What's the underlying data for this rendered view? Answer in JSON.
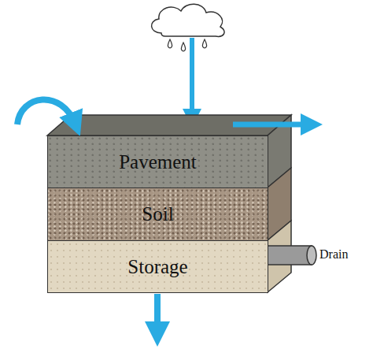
{
  "diagram": {
    "nodes": [
      {
        "text": [
          "Pavement"
        ]
      },
      {
        "text": [
          "Soil"
        ]
      },
      {
        "text": [
          "Storage"
        ]
      }
    ],
    "labels": [
      "Drain"
    ]
  }
}
